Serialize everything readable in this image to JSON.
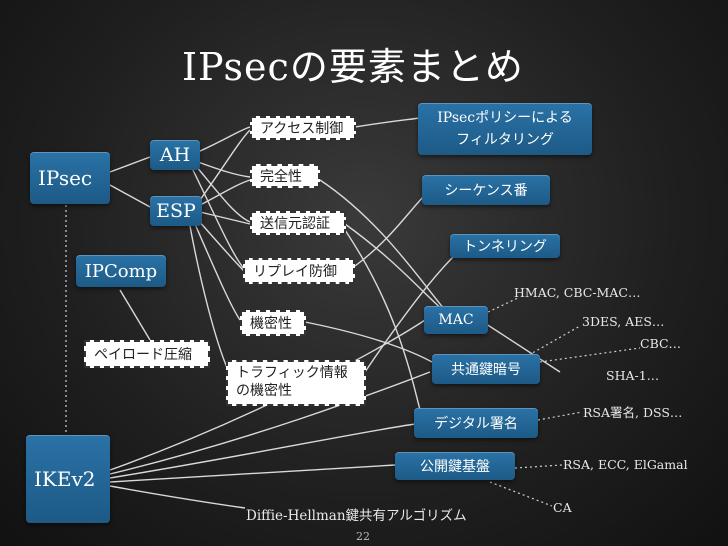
{
  "slide": {
    "title": "IPsecの要素まとめ",
    "page_number": "22"
  },
  "colors": {
    "background": "#222222",
    "node_blue": "#2468a0",
    "connector": "#d9d9d9"
  },
  "nodes": {
    "ipsec": "IPsec",
    "ah": "AH",
    "esp": "ESP",
    "ipcomp": "IPComp",
    "ikev2": "IKEv2",
    "policy_filtering": {
      "line1": "IPsecポリシーによる",
      "line2": "フィルタリング"
    },
    "sequence_number": "シーケンス番",
    "tunneling": "トンネリング",
    "mac": "MAC",
    "symmetric_crypto": "共通鍵暗号",
    "digital_signature": "デジタル署名",
    "public_key_infra": "公開鍵基盤"
  },
  "features": {
    "access_control": "アクセス制御",
    "integrity": "完全性",
    "origin_auth": "送信元認証",
    "replay_protection": "リプレイ防御",
    "confidentiality": "機密性",
    "payload_compression": "ペイロード圧縮",
    "traffic_confidentiality": {
      "line1": "トラフィック情報",
      "line2": "の機密性"
    }
  },
  "algorithms": {
    "hmac": "HMAC, CBC-MAC…",
    "aes": "3DES, AES…",
    "cbc": "CBC…",
    "sha": "SHA-1…",
    "rsa_dss": "RSA署名, DSS…",
    "rsa_ecc": "RSA, ECC, ElGamal",
    "ca": "CA",
    "dh": "Diffie-Hellman鍵共有アルゴリズム"
  }
}
